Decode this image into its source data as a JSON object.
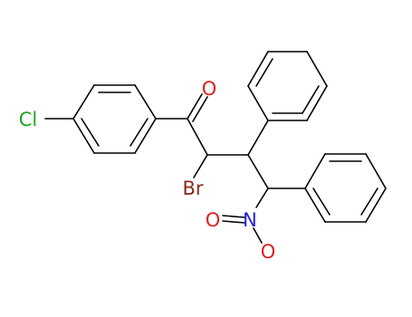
{
  "atoms": {
    "chlorine": {
      "symbol": "Cl",
      "color": "#1fa61f"
    },
    "carbonyl_oxygen": {
      "symbol": "O",
      "color": "#e02020"
    },
    "bromine": {
      "symbol": "Br",
      "color": "#8b2a1a"
    },
    "nitro_oxygen_1": {
      "symbol": "O",
      "color": "#e02020"
    },
    "nitro_nitrogen": {
      "symbol": "N",
      "color": "#2020e0"
    },
    "nitro_oxygen_2": {
      "symbol": "O",
      "color": "#e02020"
    }
  },
  "bond_color": "#000000"
}
